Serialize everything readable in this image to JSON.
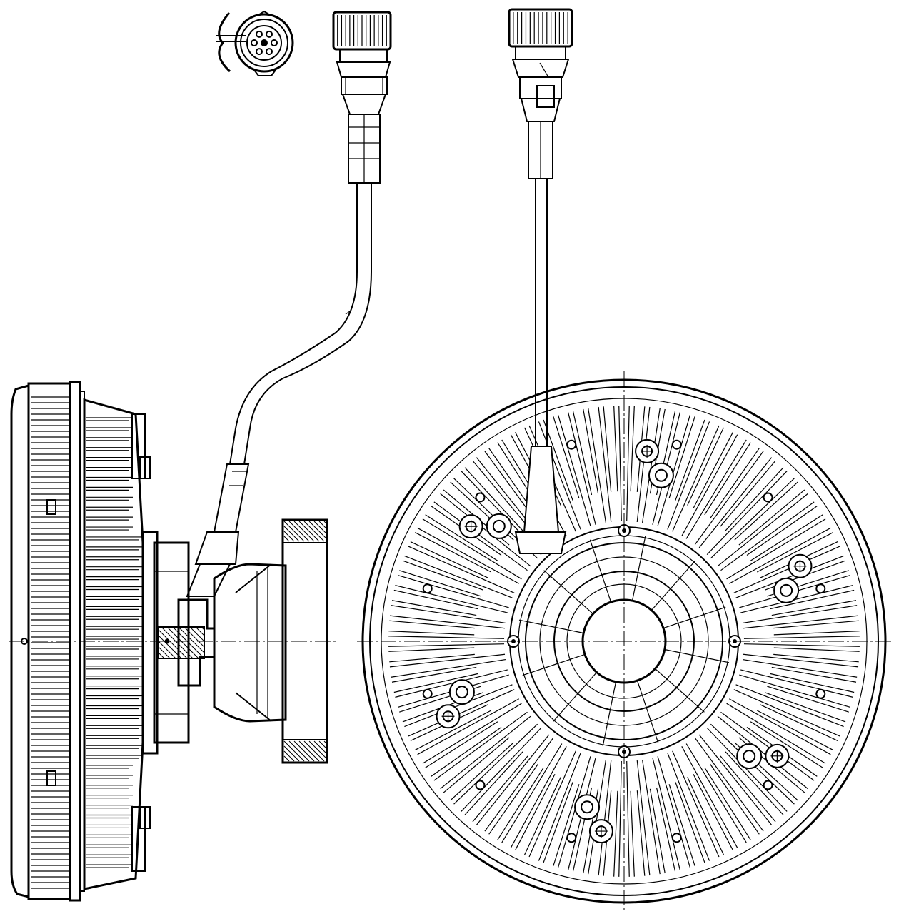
{
  "drawing": {
    "views": [
      "side-view",
      "front-view",
      "connector-end-view"
    ],
    "colors": {
      "line": "#000000",
      "background": "#ffffff"
    },
    "front_view": {
      "fin_count": 96,
      "bolt_hole_count": 12,
      "mount_tab_count": 6
    },
    "side_view": {
      "fin_count": 46
    }
  }
}
